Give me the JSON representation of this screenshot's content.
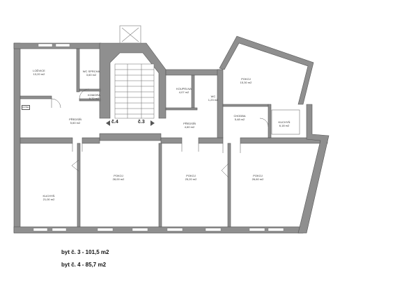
{
  "plan": {
    "type": "floor-plan",
    "colors": {
      "wall": "#8f8f8f",
      "wall_stroke": "#555555",
      "line": "#444444",
      "background": "#ffffff"
    },
    "stair_labels": {
      "left": "č.4",
      "right": "č.3"
    },
    "kotel_label": "KOTEL",
    "rooms": [
      {
        "name": "LOĎVICE",
        "area": "13,20 m2"
      },
      {
        "name": "WC SPRCHA",
        "area": "3,60 m2"
      },
      {
        "name": "KOMORA",
        "area": "0,72 m2"
      },
      {
        "name": "PŘEDSÍŇ",
        "area": "5,60 m2"
      },
      {
        "name": "KOUPELNA",
        "area": "4,07 m2"
      },
      {
        "name": "WC",
        "area": "1,23 m2"
      },
      {
        "name": "PŘEDSÍŇ",
        "area": "4,60 m2"
      },
      {
        "name": "POKOJ",
        "area": "15,30 m2"
      },
      {
        "name": "CHODBA",
        "area": "5,48 m2"
      },
      {
        "name": "KUCHYŇ",
        "area": "6,18 m2"
      },
      {
        "name": "KUCHYŇ",
        "area": "21,00 m2"
      },
      {
        "name": "POKOJ",
        "area": "28,00 m2"
      },
      {
        "name": "POKOJ",
        "area": "25,20 m2"
      },
      {
        "name": "POKOJ",
        "area": "26,60 m2"
      }
    ]
  },
  "summary": [
    {
      "text": "byt č. 3 - 101,5 m2"
    },
    {
      "text": "byt č. 4 - 85,7 m2"
    }
  ]
}
